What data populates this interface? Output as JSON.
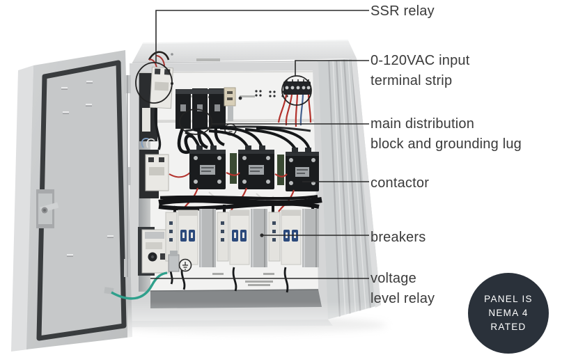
{
  "labels": {
    "ssr_relay": {
      "text": "SSR relay"
    },
    "input_terminal": {
      "line1": "0-120VAC input",
      "line2": "terminal strip"
    },
    "distribution": {
      "line1": "main distribution",
      "line2": "block and grounding lug"
    },
    "contactor": {
      "text": "contactor"
    },
    "breakers": {
      "text": "breakers"
    },
    "voltage_relay": {
      "line1": "voltage",
      "line2": "level relay"
    }
  },
  "badge": {
    "line1": "PANEL IS",
    "line2": "NEMA 4",
    "line3": "RATED",
    "bg": "#2a313a",
    "text_color": "#ffffff"
  },
  "colors": {
    "label_text": "#3a3a3a",
    "leader_line": "#2b2b2b",
    "enclosure_gray": "#d2d4d5",
    "door_gray": "#c7c9ca",
    "panel_white": "#f2f2f1",
    "component_black": "#1a1c1e",
    "wire_red": "#b3322c",
    "wire_blue": "#44618f",
    "wire_green": "#2fa08c",
    "breaker_toggle_blue": "#2c4a7c"
  }
}
